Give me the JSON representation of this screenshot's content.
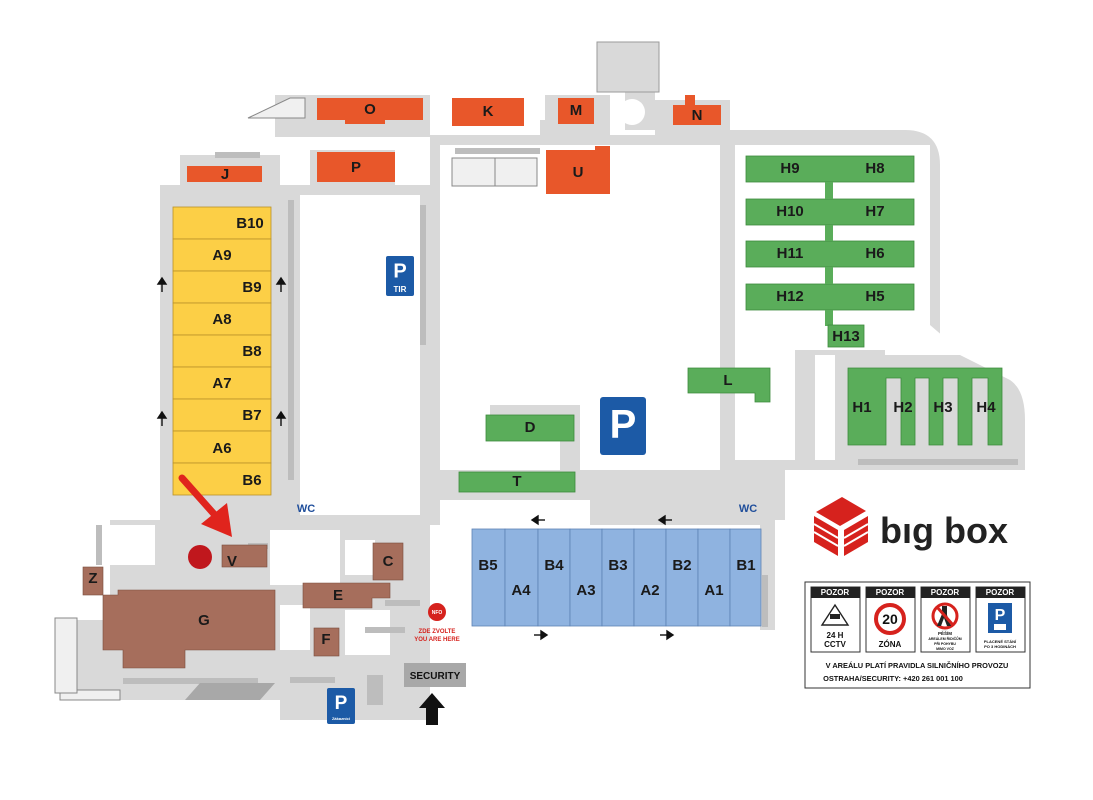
{
  "buildings": {
    "O": "O",
    "K": "K",
    "M": "M",
    "N": "N",
    "J": "J",
    "P": "P",
    "U": "U",
    "B10": "B10",
    "A9": "A9",
    "B9": "B9",
    "A8": "A8",
    "B8": "B8",
    "A7": "A7",
    "B7": "B7",
    "A6": "A6",
    "B6": "B6",
    "H9": "H9",
    "H8": "H8",
    "H10": "H10",
    "H7": "H7",
    "H11": "H11",
    "H6": "H6",
    "H12": "H12",
    "H5": "H5",
    "H13": "H13",
    "L": "L",
    "H1": "H1",
    "H2": "H2",
    "H3": "H3",
    "H4": "H4",
    "D": "D",
    "T": "T",
    "B5": "B5",
    "A4": "A4",
    "B4": "B4",
    "A3": "A3",
    "B3": "B3",
    "A2": "A2",
    "B2": "B2",
    "A1": "A1",
    "B1": "B1",
    "Z": "Z",
    "V": "V",
    "G": "G",
    "C": "C",
    "E": "E",
    "F": "F"
  },
  "parking": {
    "tir_p": "P",
    "tir_label": "TIR",
    "main_p": "P",
    "bottom_p": "P",
    "bottom_label": "Zákazníci"
  },
  "labels": {
    "wc_left": "WC",
    "wc_right": "WC",
    "security": "SECURITY",
    "no_entry_sign": "NFO",
    "no_entry_line1": "ZDE ZVOLTE",
    "no_entry_line2": "YOU ARE HERE"
  },
  "logo": {
    "text": "bıg box"
  },
  "notice": {
    "sign_header": "POZOR",
    "cctv_line1": "24 H",
    "cctv_line2": "CCTV",
    "speed_value": "20",
    "zone_label": "ZÓNA",
    "sign3_line1": "PĚŠÍM",
    "sign3_line2": "AREÁLEM ŘIDIČŮM",
    "sign3_line3": "PŘI POHYBU",
    "sign3_line4": "MIMO VOZ",
    "sign4_line1": "PLACENÉ STÁNÍ",
    "sign4_line2": "PO 3 HODINÁCH",
    "rules": "V AREÁLU PLATÍ PRAVIDLA SILNIČNÍHO PROVOZU",
    "security_phone": "OSTRAHA/SECURITY: +420 261 001 100"
  },
  "colors": {
    "orange": "#e8572a",
    "yellow": "#fccf46",
    "green": "#5aad5a",
    "blue": "#8fb3e0",
    "brown": "#a66e5c",
    "road": "#d9d9d9",
    "parking_blue": "#1c5aa6",
    "marker_red": "#c0171d"
  }
}
